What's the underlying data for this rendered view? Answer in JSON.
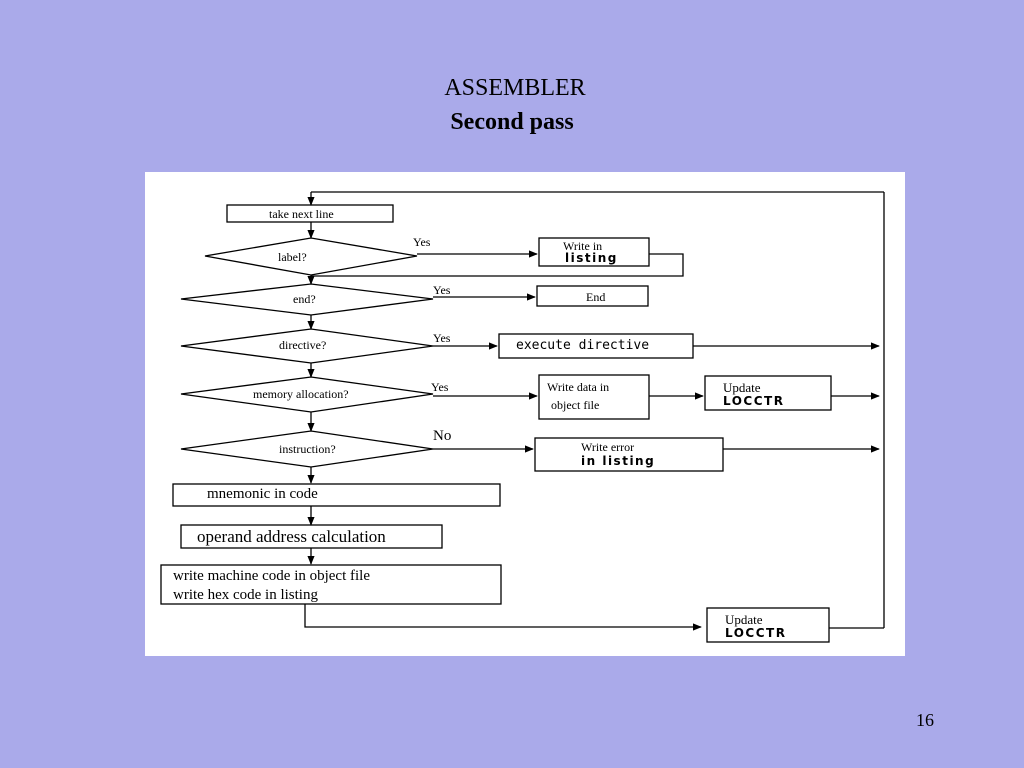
{
  "slide": {
    "title": "ASSEMBLER",
    "subtitle": "Second pass",
    "page_number": "16"
  },
  "flowchart": {
    "steps": {
      "take_next_line": "take next line",
      "mnemonic": "mnemonic in code",
      "operand": "operand address calculation",
      "write_machine_code": "write machine code in object file",
      "write_hex_code": "write hex code in listing"
    },
    "decisions": {
      "label": "label?",
      "end": "end?",
      "directive": "directive?",
      "memory_allocation": "memory allocation?",
      "instruction": "instruction?"
    },
    "branch_labels": {
      "label": "Yes",
      "end": "Yes",
      "directive": "Yes",
      "memory_allocation": "Yes",
      "instruction": "No"
    },
    "actions": {
      "write_in": "Write in",
      "listing": "listing",
      "end": "End",
      "execute_directive": "execute directive",
      "write_data_line1": "Write data in",
      "write_data_line2": "object file",
      "update_1": "Update",
      "locctr_1": "LOCCTR",
      "write_error": "Write error",
      "in_listing": "in listing",
      "update_2": "Update",
      "locctr_2": "LOCCTR"
    }
  }
}
